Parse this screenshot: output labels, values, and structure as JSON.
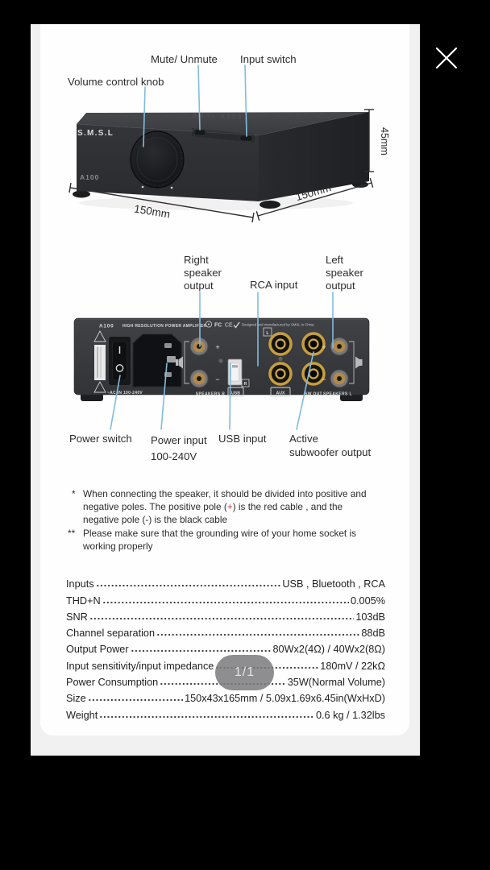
{
  "viewer": {
    "page_indicator": "1/1"
  },
  "front_section": {
    "labels": {
      "volume_knob": "Volume control knob",
      "mute": "Mute/ Unmute",
      "input_switch": "Input switch"
    },
    "device": {
      "brand": "S.M.S.L",
      "model": "A100",
      "top_print": "SMSL A100"
    },
    "dimensions": {
      "width": "150mm",
      "depth": "150mm",
      "height": "45mm"
    }
  },
  "rear_section": {
    "labels": {
      "right_speaker": [
        "Right",
        "speaker",
        "output"
      ],
      "rca": "RCA input",
      "left_speaker": [
        "Left",
        "speaker",
        "output"
      ],
      "power_switch": "Power switch",
      "power_input": [
        "Power input",
        "100-240V"
      ],
      "usb": "USB input",
      "subwoofer": [
        "Active",
        "subwoofer output"
      ]
    },
    "panel": {
      "model": "A100",
      "title": "HIGH RESOLUTION POWER AMPLIFIER",
      "made": "Designed and manufactured by SMSL in China",
      "cert_fcc": "FC",
      "cert_ce": "CE",
      "ac_in": "~AC IN 100-240V",
      "speakers_r": "SPEAKERS  R",
      "usb_port": "USB",
      "aux": "AUX",
      "sw_out": "SW OUT",
      "speakers_l": "SPEAKERS  L",
      "plus": "+",
      "minus": "−",
      "jack_l": "L",
      "jack_r": "R"
    }
  },
  "notes": {
    "marker1": "*",
    "note1_line1": "When connecting the speaker, it should be divided into positive and",
    "note1_line2_pre": "negative poles. The positive pole (",
    "note1_plus": "+",
    "note1_line2_post": ") is the red cable , and the",
    "note1_line3": "negative pole (-) is the black cable",
    "marker2": "**",
    "note2_line1": "Please make sure that the grounding wire of your home socket is",
    "note2_line2": "working properly"
  },
  "specs": [
    {
      "label": "Inputs",
      "value": "USB , Bluetooth , RCA"
    },
    {
      "label": "THD+N",
      "value": "0.005%"
    },
    {
      "label": "SNR",
      "value": "103dB"
    },
    {
      "label": "Channel separation",
      "value": "88dB"
    },
    {
      "label": "Output Power",
      "value": "80Wx2(4Ω) / 40Wx2(8Ω)"
    },
    {
      "label": "Input sensitivity/input impedance",
      "value": "180mV / 22kΩ"
    },
    {
      "label": "Power Consumption",
      "value": "35W(Normal Volume)"
    },
    {
      "label": "Size",
      "value": "150x43x165mm / 5.09x1.69x6.45in(WxHxD)"
    },
    {
      "label": "Weight",
      "value": "0.6 kg / 1.32lbs"
    }
  ],
  "colors": {
    "callout_line": "#82bcdc",
    "positive_pole": "#cf3b35",
    "background": "#000000"
  }
}
